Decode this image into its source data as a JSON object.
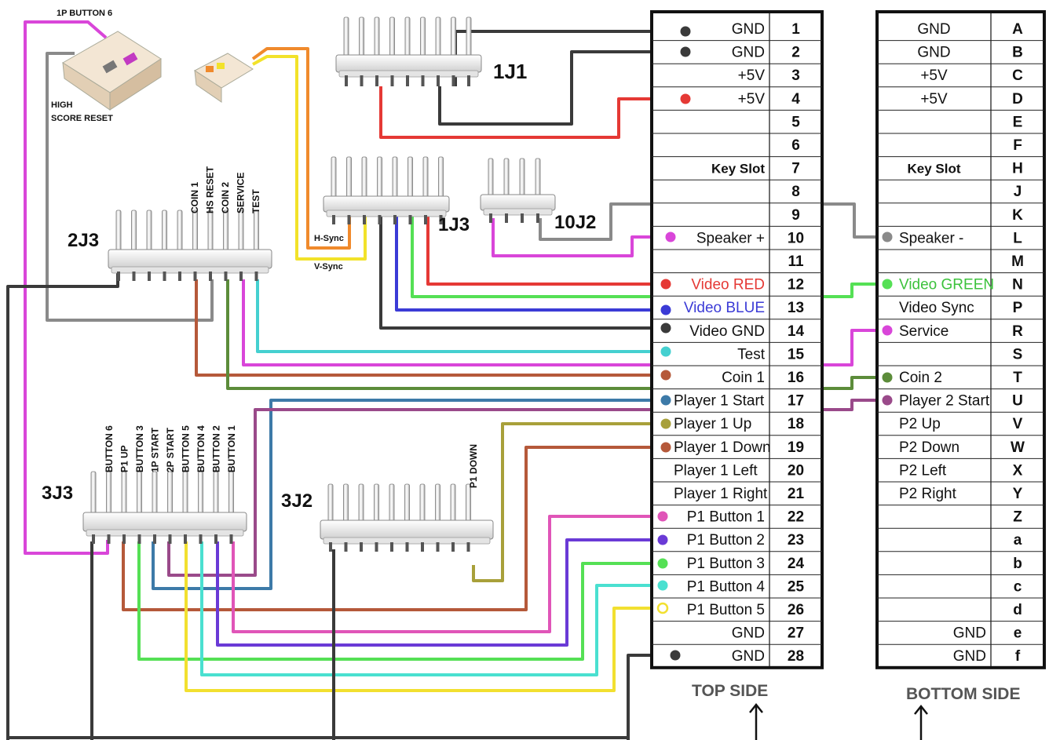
{
  "top_side": {
    "label": "TOP SIDE",
    "rows": [
      {
        "label": "GND",
        "pin": "1",
        "color": ""
      },
      {
        "label": "GND",
        "pin": "2",
        "color": ""
      },
      {
        "label": "+5V",
        "pin": "3",
        "color": ""
      },
      {
        "label": "+5V",
        "pin": "4",
        "color": ""
      },
      {
        "label": "",
        "pin": "5",
        "color": ""
      },
      {
        "label": "",
        "pin": "6",
        "color": ""
      },
      {
        "label": "Key Slot",
        "pin": "7",
        "color": ""
      },
      {
        "label": "",
        "pin": "8",
        "color": ""
      },
      {
        "label": "",
        "pin": "9",
        "color": ""
      },
      {
        "label": "Speaker +",
        "pin": "10",
        "color": ""
      },
      {
        "label": "",
        "pin": "11",
        "color": ""
      },
      {
        "label": "Video RED",
        "pin": "12",
        "color": "#e53935"
      },
      {
        "label": "Video BLUE",
        "pin": "13",
        "color": "#3b3bd6"
      },
      {
        "label": "Video GND",
        "pin": "14",
        "color": ""
      },
      {
        "label": "Test",
        "pin": "15",
        "color": ""
      },
      {
        "label": "Coin 1",
        "pin": "16",
        "color": ""
      },
      {
        "label": "Player 1 Start",
        "pin": "17",
        "color": ""
      },
      {
        "label": "Player 1 Up",
        "pin": "18",
        "color": ""
      },
      {
        "label": "Player 1 Down",
        "pin": "19",
        "color": ""
      },
      {
        "label": "Player 1 Left",
        "pin": "20",
        "color": ""
      },
      {
        "label": "Player 1 Right",
        "pin": "21",
        "color": ""
      },
      {
        "label": "P1  Button 1",
        "pin": "22",
        "color": ""
      },
      {
        "label": "P1  Button 2",
        "pin": "23",
        "color": ""
      },
      {
        "label": "P1  Button 3",
        "pin": "24",
        "color": ""
      },
      {
        "label": "P1  Button 4",
        "pin": "25",
        "color": ""
      },
      {
        "label": "P1  Button 5",
        "pin": "26",
        "color": ""
      },
      {
        "label": "GND",
        "pin": "27",
        "color": ""
      },
      {
        "label": "GND",
        "pin": "28",
        "color": ""
      }
    ]
  },
  "bottom_side": {
    "label": "BOTTOM SIDE",
    "rows": [
      {
        "label": "GND",
        "pin": "A",
        "color": ""
      },
      {
        "label": "GND",
        "pin": "B",
        "color": ""
      },
      {
        "label": "+5V",
        "pin": "C",
        "color": ""
      },
      {
        "label": "+5V",
        "pin": "D",
        "color": ""
      },
      {
        "label": "",
        "pin": "E",
        "color": ""
      },
      {
        "label": "",
        "pin": "F",
        "color": ""
      },
      {
        "label": "Key Slot",
        "pin": "H",
        "color": ""
      },
      {
        "label": "",
        "pin": "J",
        "color": ""
      },
      {
        "label": "",
        "pin": "K",
        "color": ""
      },
      {
        "label": "Speaker -",
        "pin": "L",
        "color": ""
      },
      {
        "label": "",
        "pin": "M",
        "color": ""
      },
      {
        "label": "Video GREEN",
        "pin": "N",
        "color": "#3cc23c"
      },
      {
        "label": "Video Sync",
        "pin": "P",
        "color": ""
      },
      {
        "label": "Service",
        "pin": "R",
        "color": ""
      },
      {
        "label": "",
        "pin": "S",
        "color": ""
      },
      {
        "label": "Coin 2",
        "pin": "T",
        "color": ""
      },
      {
        "label": "Player 2 Start",
        "pin": "U",
        "color": ""
      },
      {
        "label": "P2 Up",
        "pin": "V",
        "color": ""
      },
      {
        "label": "P2 Down",
        "pin": "W",
        "color": ""
      },
      {
        "label": "P2 Left",
        "pin": "X",
        "color": ""
      },
      {
        "label": "P2 Right",
        "pin": "Y",
        "color": ""
      },
      {
        "label": "",
        "pin": "Z",
        "color": ""
      },
      {
        "label": "",
        "pin": "a",
        "color": ""
      },
      {
        "label": "",
        "pin": "b",
        "color": ""
      },
      {
        "label": "",
        "pin": "c",
        "color": ""
      },
      {
        "label": "",
        "pin": "d",
        "color": ""
      },
      {
        "label": "GND",
        "pin": "e",
        "color": ""
      },
      {
        "label": "GND",
        "pin": "f",
        "color": ""
      }
    ]
  },
  "connectors": {
    "j1": "1J1",
    "j3": "1J3",
    "j10j2": "10J2",
    "j2j3": "2J3",
    "j3j3": "3J3",
    "j3j2": "3J2"
  },
  "labels": {
    "button6_top": "1P BUTTON 6",
    "high_score_reset": [
      "HIGH",
      "SCORE RESET"
    ],
    "hsync": "H-Sync",
    "vsync": "V-Sync",
    "p1_down": "P1 DOWN"
  },
  "j2j3_pins": [
    "COIN 1",
    "HS RESET",
    "COIN 2",
    "SERVICE",
    "TEST"
  ],
  "j3j3_pins": [
    "BUTTON 6",
    "P1 UP",
    "BUTTON 3",
    "1P START",
    "2P START",
    "BUTTON 5",
    "BUTTON 4",
    "BUTTON 2",
    "BUTTON 1"
  ],
  "wire_colors": {
    "black": "#3a3a3a",
    "red": "#e53935",
    "gray": "#8a8a8a",
    "magenta": "#d946d9",
    "orange": "#f08a2c",
    "yellow": "#f2e22a",
    "blue": "#3b3bd6",
    "green": "#4cc24c",
    "cyan": "#45d0d0",
    "brown": "#b5593a",
    "darkgreen": "#5c8c3a",
    "purple": "#9a4a8a",
    "steelblue": "#3d7aa8",
    "olive": "#a8a03a",
    "pink": "#e055b8",
    "violet": "#6a3ad6",
    "lime": "#55e055",
    "turquoise": "#4ae0d0",
    "gold": "#f2e030"
  }
}
